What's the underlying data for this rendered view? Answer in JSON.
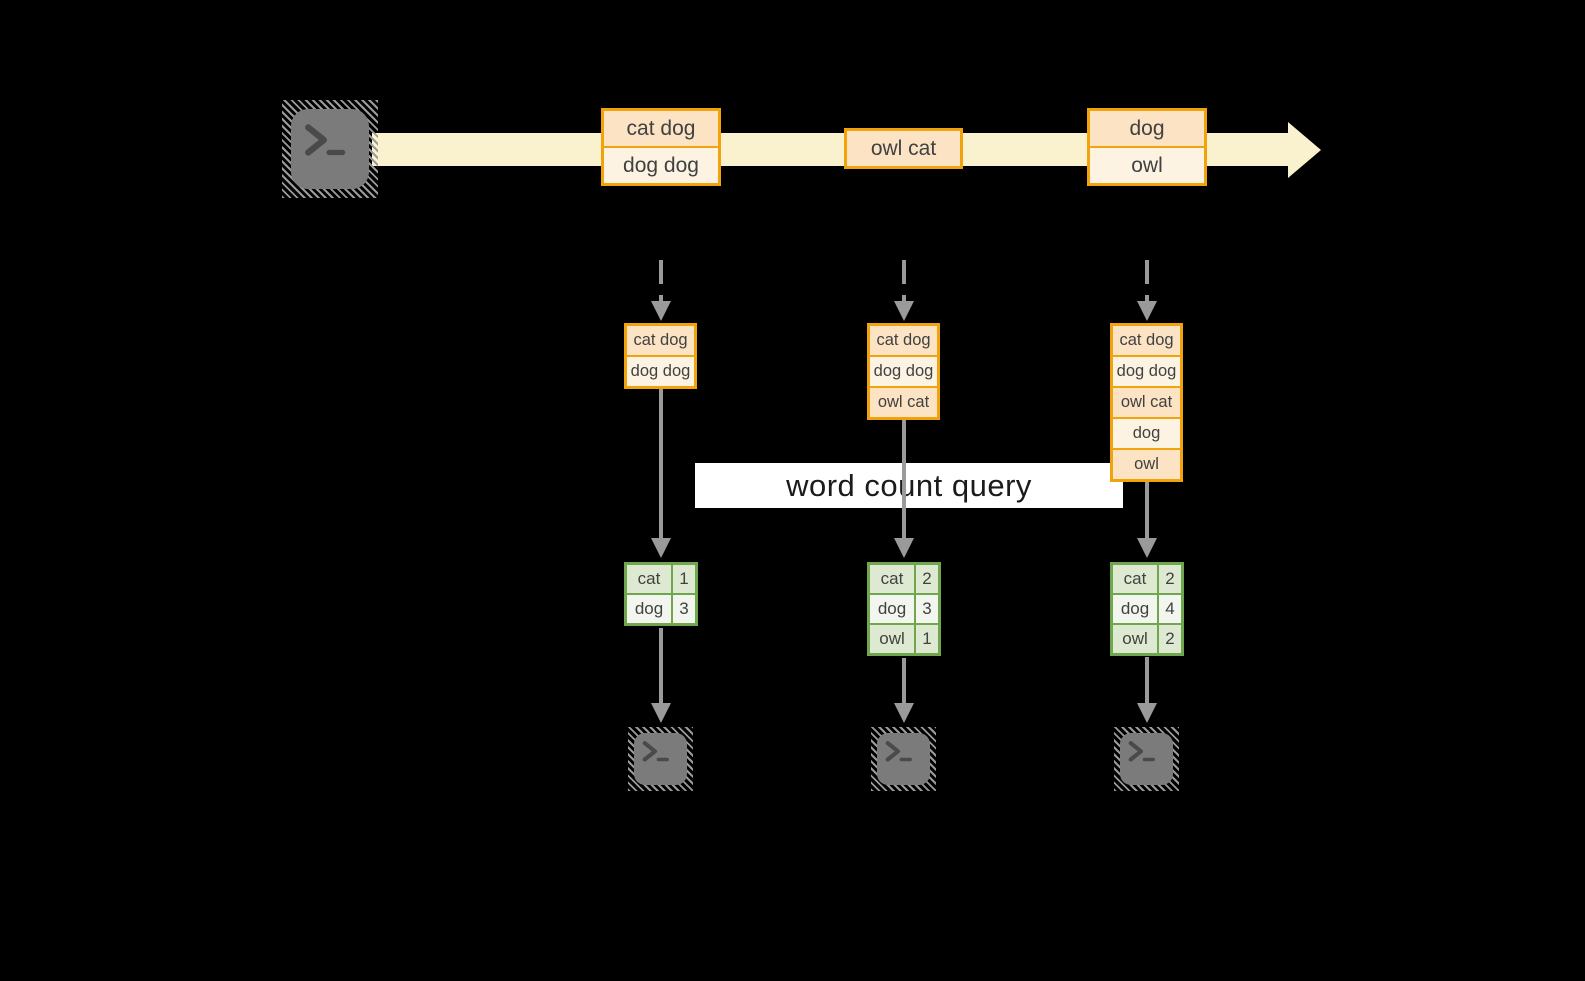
{
  "query_label": "word count query",
  "stream": {
    "batches": [
      {
        "rows": [
          "cat dog",
          "dog dog"
        ]
      },
      {
        "rows": [
          "owl cat"
        ]
      },
      {
        "rows": [
          "dog",
          "owl"
        ]
      }
    ]
  },
  "pipelines": [
    {
      "buffer": [
        "cat dog",
        "dog dog"
      ],
      "counts": [
        {
          "word": "cat",
          "value": 1
        },
        {
          "word": "dog",
          "value": 3
        }
      ]
    },
    {
      "buffer": [
        "cat dog",
        "dog dog",
        "owl cat"
      ],
      "counts": [
        {
          "word": "cat",
          "value": 2
        },
        {
          "word": "dog",
          "value": 3
        },
        {
          "word": "owl",
          "value": 1
        }
      ]
    },
    {
      "buffer": [
        "cat dog",
        "dog dog",
        "owl cat",
        "dog",
        "owl"
      ],
      "counts": [
        {
          "word": "cat",
          "value": 2
        },
        {
          "word": "dog",
          "value": 4
        },
        {
          "word": "owl",
          "value": 2
        }
      ]
    }
  ],
  "colors": {
    "background": "#000000",
    "stream_band": "#faf2cf",
    "box_border_orange": "#f0a30a",
    "box_fill_peach": "#fbe3c4",
    "box_fill_cream": "#fdf3e3",
    "table_border_green": "#70a64e",
    "table_fill_green_dark": "#dde9d0",
    "table_fill_green_light": "#f2f6ee",
    "arrow_gray": "#9a9a9a",
    "terminal_gray": "#7b7b7b",
    "text_dark": "#414141",
    "banner_bg": "#ffffff",
    "banner_text": "#1b1b1b"
  }
}
